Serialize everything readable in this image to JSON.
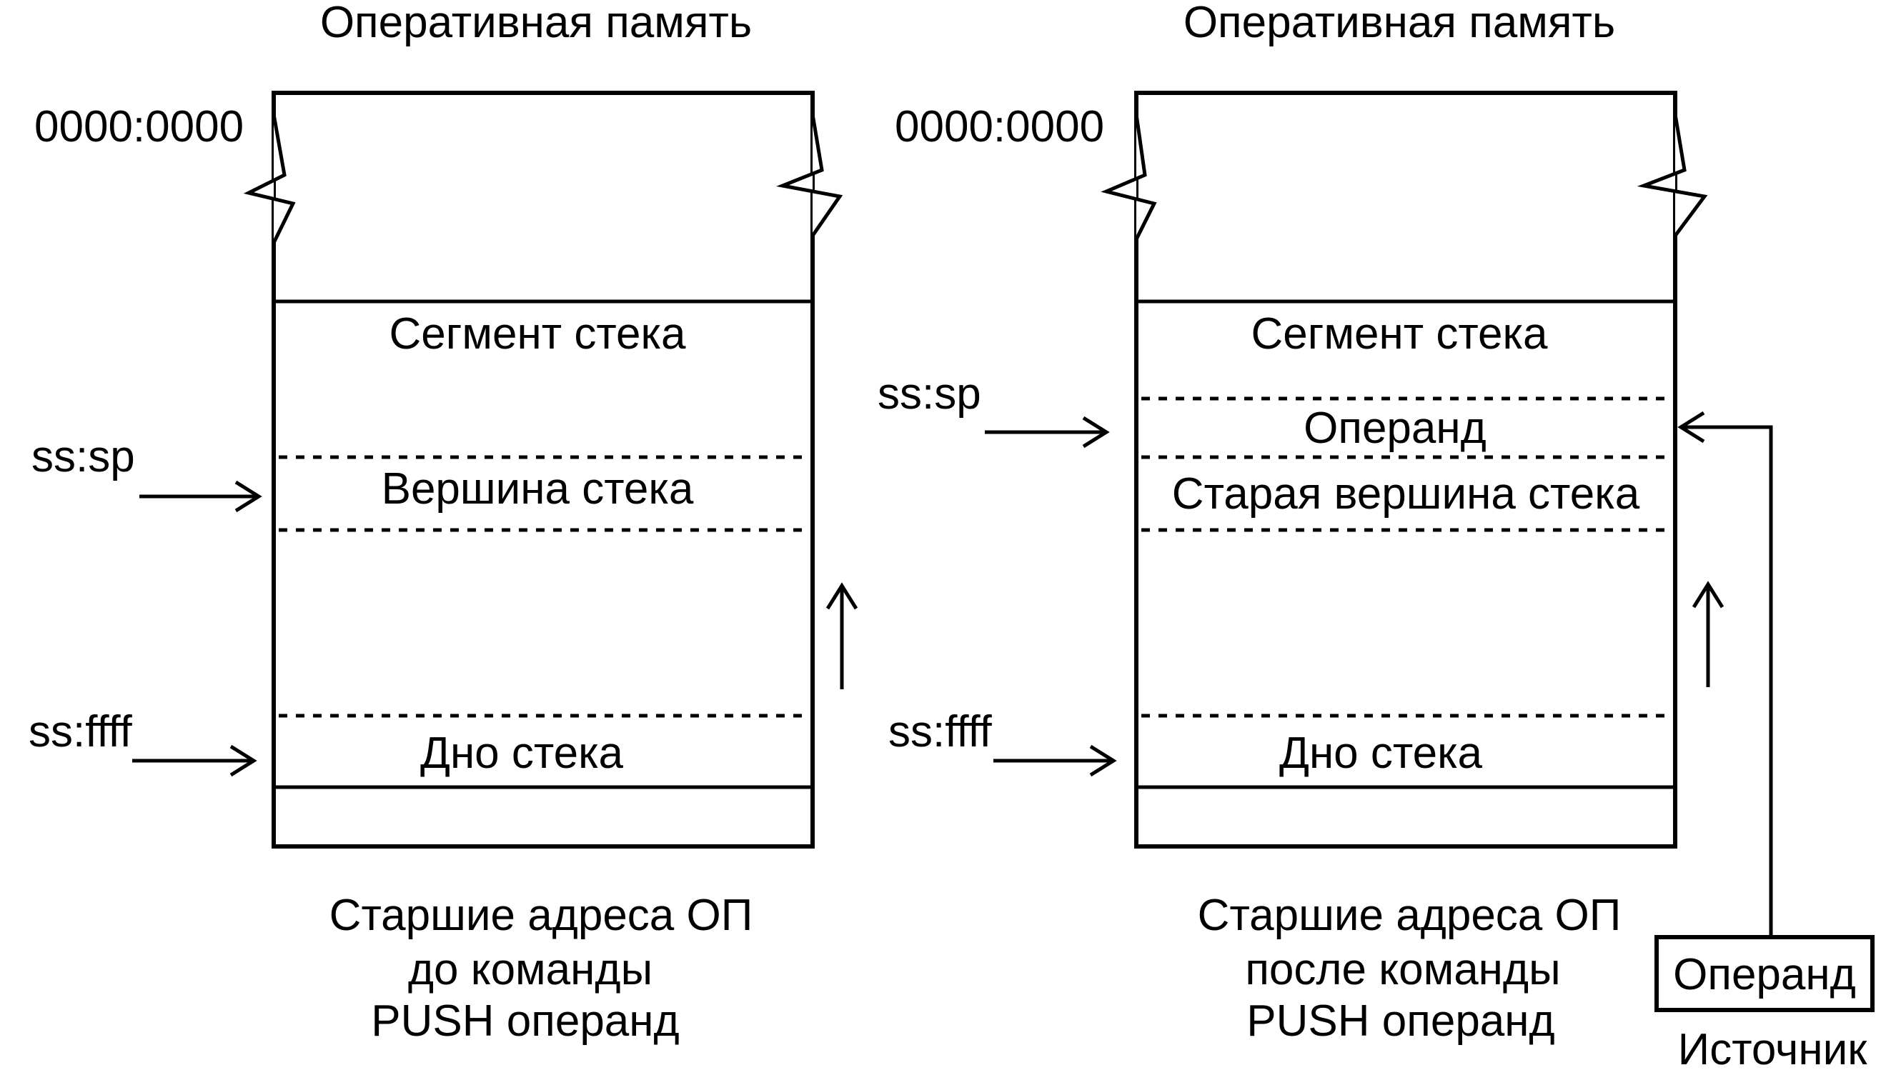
{
  "left_panel": {
    "title": "Оперативная  память",
    "start_address": "0000:0000",
    "segment_label": "Сегмент стека",
    "sp_label": "ss:sp",
    "top_label": "Вершина стека",
    "bottom_address": "ss:ffff",
    "bottom_label": "Дно стека",
    "caption_line1": "Старшие адреса  ОП",
    "caption_line2": "до  команды",
    "caption_line3": "PUSH операнд"
  },
  "right_panel": {
    "title": "Оперативная  память",
    "start_address": "0000:0000",
    "segment_label": "Сегмент стека",
    "sp_label": "ss:sp",
    "operand_label": "Операнд",
    "old_top_label": "Старая вершина стека",
    "bottom_address": "ss:ffff",
    "bottom_label": "Дно стека",
    "caption_line1": "Старшие адреса  ОП",
    "caption_line2": "после команды",
    "caption_line3": "PUSH операнд"
  },
  "source": {
    "box_label": "Операнд",
    "caption": "Источник"
  }
}
